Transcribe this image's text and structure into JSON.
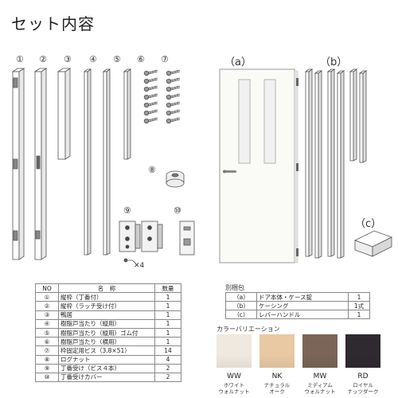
{
  "title": "セット内容",
  "part_numbers": [
    "①",
    "②",
    "③",
    "④",
    "⑤",
    "⑥",
    "⑦"
  ],
  "part_numbers_lower": {
    "p8": "⑧",
    "p9": "⑨",
    "p10": "⑩"
  },
  "screw_count": "✕4",
  "label_a": "（a）",
  "label_b": "（b）",
  "label_c": "（c）",
  "parts_table": {
    "headers": {
      "no": "NO",
      "name": "名　称",
      "qty": "数量"
    },
    "rows": [
      {
        "no": "①",
        "name": "縦枠（丁番付）",
        "qty": "1"
      },
      {
        "no": "②",
        "name": "縦枠（ラッチ受け付）",
        "qty": "1"
      },
      {
        "no": "③",
        "name": "鴨居",
        "qty": "1"
      },
      {
        "no": "④",
        "name": "樹脂戸当たり（縦用）",
        "qty": "1"
      },
      {
        "no": "⑤",
        "name": "樹脂戸当たり（縦用）ゴム付",
        "qty": "1"
      },
      {
        "no": "⑥",
        "name": "樹脂戸当たり（横用）",
        "qty": "1"
      },
      {
        "no": "⑦",
        "name": "枠固定用ビス（3.8×51）",
        "qty": "14"
      },
      {
        "no": "⑧",
        "name": "ログナット",
        "qty": "4"
      },
      {
        "no": "⑨",
        "name": "丁番受け（ビス４本）",
        "qty": "2"
      },
      {
        "no": "⑩",
        "name": "丁番受けカバー",
        "qty": "2"
      }
    ]
  },
  "separate_title": "別梱包",
  "separate_table": [
    {
      "key": "（a）",
      "name": "ドア本体・ケース錠",
      "qty": "1"
    },
    {
      "key": "（b）",
      "name": "ケーシング",
      "qty": "1式"
    },
    {
      "key": "（c）",
      "name": "レバーハンドル",
      "qty": "1"
    }
  ],
  "color_title": "カラーバリエーション",
  "colors": [
    {
      "code": "WW",
      "name": "ホワイト\nウォルナット",
      "hex": "#efe9df"
    },
    {
      "code": "NK",
      "name": "ナチュラル\nオーク",
      "hex": "#e8c9a4"
    },
    {
      "code": "MW",
      "name": "ミディアム\nウォルナット",
      "hex": "#7a6558"
    },
    {
      "code": "RD",
      "name": "ロイヤル\nナッツダーク",
      "hex": "#2e2a30"
    }
  ]
}
